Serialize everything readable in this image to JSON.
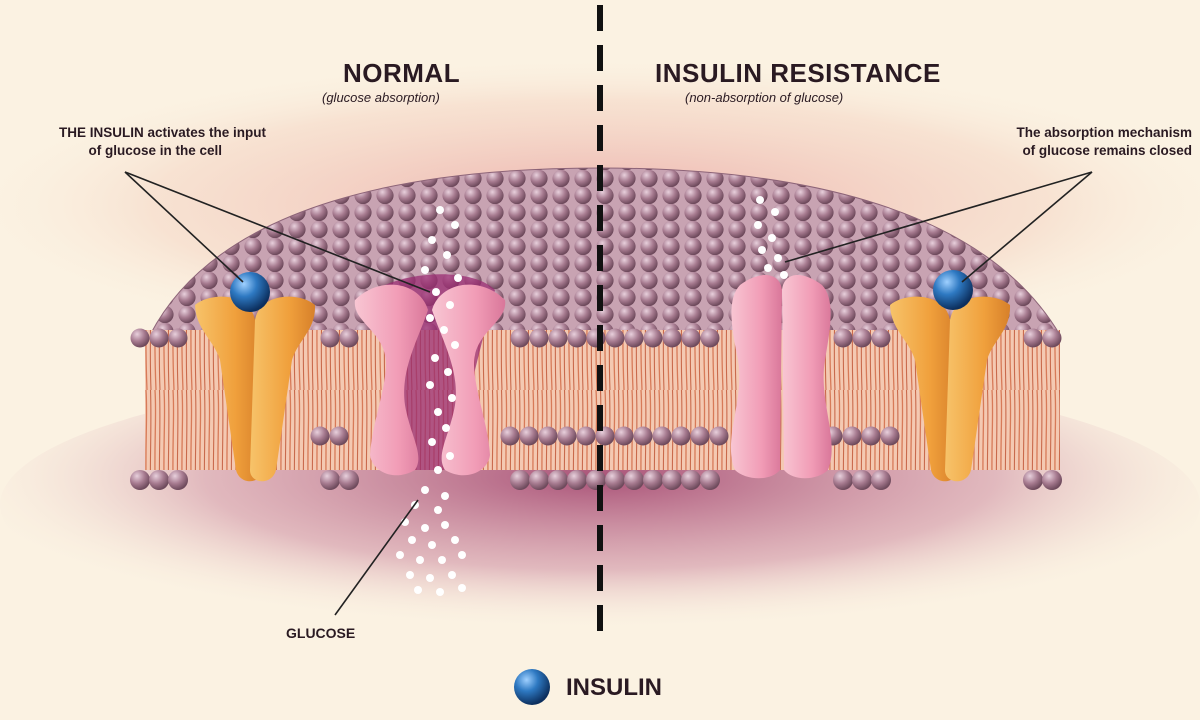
{
  "normal": {
    "title": "NORMAL",
    "subtitle": "(glucose absorption)",
    "annotation_line1": "THE INSULIN activates the input",
    "annotation_line2": "of glucose in the cell",
    "glucose_label": "GLUCOSE"
  },
  "resistance": {
    "title": "INSULIN RESISTANCE",
    "subtitle": "(non-absorption of glucose)",
    "annotation_line1": "The absorption mechanism",
    "annotation_line2": "of glucose remains closed"
  },
  "legend": {
    "label": "INSULIN",
    "icon": "insulin-molecule-icon"
  },
  "colors": {
    "background": "#fbf2e2",
    "membrane_head": "#a57a8e",
    "tail": "#d9896a",
    "receptor": "#f2a64a",
    "channel": "#f3a0b8",
    "insulin": "#1f5fa3",
    "glucose": "#ffffff"
  }
}
